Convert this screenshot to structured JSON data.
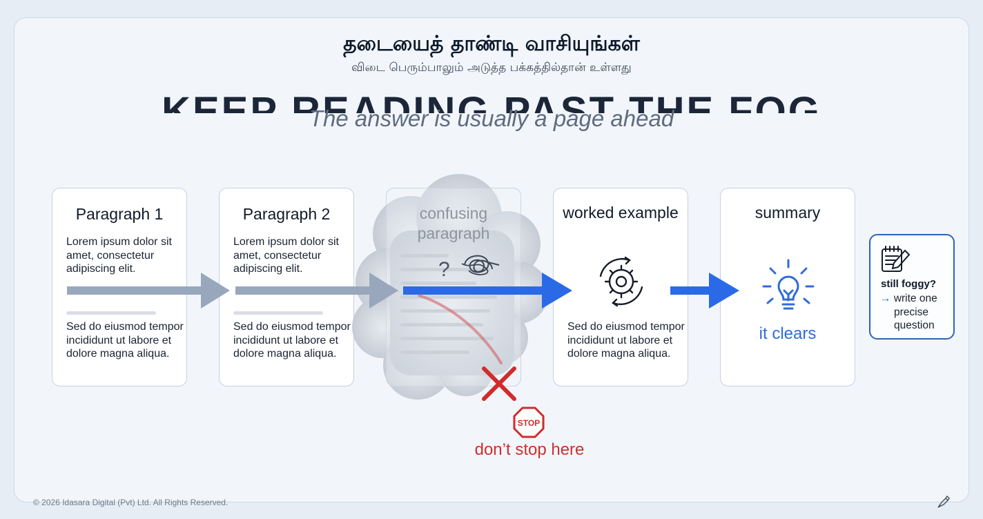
{
  "title": "தடையைத் தாண்டி வாசியுங்கள்",
  "subtitle_tamil": "விடை பெரும்பாலும் அடுத்த பக்கத்தில்தான் உள்ளது",
  "ghost_title": "KEEP READING PAST THE FOG",
  "subtitle": "The answer is usually a page ahead",
  "cards": [
    {
      "title": "Paragraph 1",
      "text_top": "Lorem ipsum dolor sit amet, consectetur adipiscing elit.",
      "text_bottom": "Sed do eiusmod tempor incididunt ut labore et dolore magna aliqua."
    },
    {
      "title": "Paragraph 2",
      "text_top": "Lorem ipsum dolor sit amet, consectetur adipiscing elit.",
      "text_bottom": "Sed do eiusmod tempor incididunt ut labore et dolore magna aliqua."
    },
    {
      "title": "confusing paragraph",
      "icon": "question-tangle-icon"
    },
    {
      "title": "worked example",
      "icon": "gear-cycle-icon",
      "text_bottom": "Sed do eiusmod tempor incididunt ut labore et dolore magna aliqua."
    },
    {
      "title": "summary",
      "icon": "lightbulb-icon",
      "label": "it clears"
    }
  ],
  "stop_sign": "STOP",
  "stop_caption": "don’t stop here",
  "side_note": {
    "question": "still foggy?",
    "arrow": "→",
    "action_first": "write one",
    "action_rest_1": "precise",
    "action_rest_2": "question",
    "icon": "notepad-pencil-icon"
  },
  "copyright": "© 2026 Idasara Digital (Pvt) Ltd. All Rights Reserved.",
  "colors": {
    "accent_blue": "#2a6ae6",
    "grey_arrow": "#98a7bc",
    "stop_red": "#d02c2c",
    "note_border": "#2d62b9"
  }
}
